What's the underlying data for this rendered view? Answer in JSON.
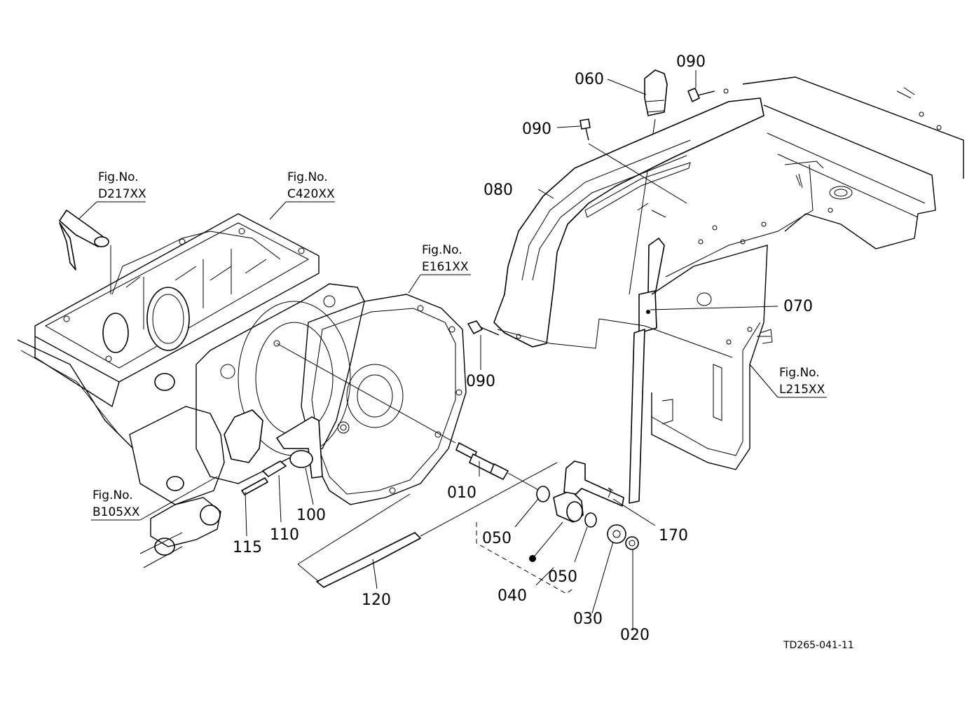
{
  "drawing": {
    "code": "TD265-041-11",
    "fig_prefix": "Fig.No.",
    "callouts": {
      "p010": "010",
      "p020": "020",
      "p030": "030",
      "p040": "040",
      "p050a": "050",
      "p050b": "050",
      "p060": "060",
      "p070": "070",
      "p080": "080",
      "p090a": "090",
      "p090b": "090",
      "p090c": "090",
      "p100": "100",
      "p110": "110",
      "p115": "115",
      "p120": "120",
      "p170": "170"
    },
    "figure_refs": {
      "d217": "D217XX",
      "c420": "C420XX",
      "e161": "E161XX",
      "l215": "L215XX",
      "b105": "B105XX"
    }
  }
}
